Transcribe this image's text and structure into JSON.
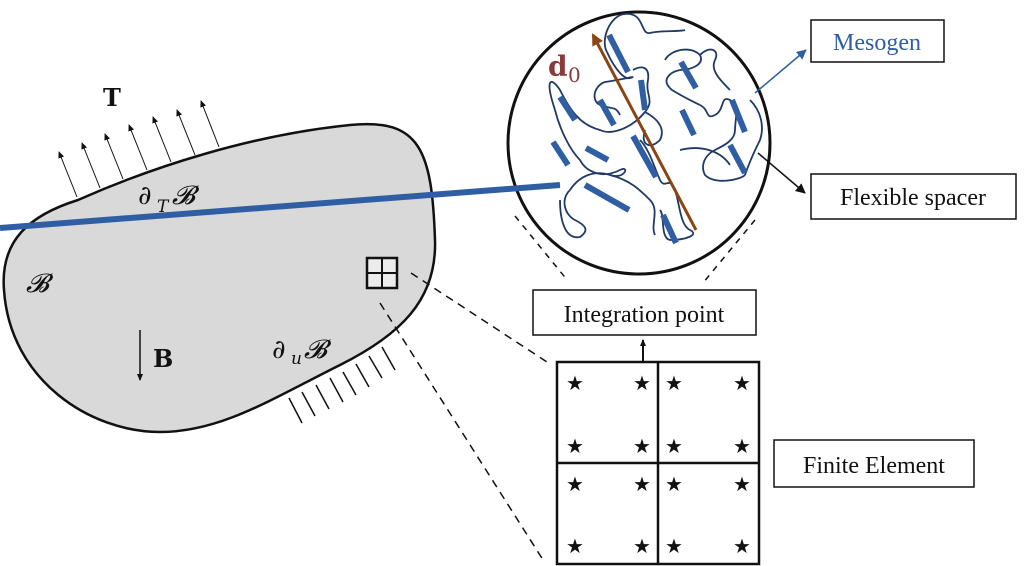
{
  "diagram": {
    "body": {
      "label": "𝓑",
      "traction_label": "T",
      "traction_boundary_label_d": "∂",
      "traction_boundary_sub": "T",
      "traction_boundary_B": "𝓑",
      "displacement_boundary_label_d": "∂",
      "displacement_boundary_sub": "u",
      "displacement_boundary_B": "𝓑",
      "body_force_label": "B",
      "fill_color": "#d9d9d9"
    },
    "microstructure": {
      "director_label": "d",
      "director_sub": "0",
      "director_color": "#8b4513",
      "director_label_color": "#8b3a3a",
      "mesogen_color": "#2f5ea3",
      "spacer_color": "#1f3a66"
    },
    "callouts": {
      "mesogen": "Mesogen",
      "mesogen_color": "#2f5ea3",
      "flexible_spacer": "Flexible spacer",
      "integration_point": "Integration point",
      "finite_element": "Finite Element"
    },
    "finite_element": {
      "sub_elements": 4,
      "integration_marker": "★"
    }
  }
}
